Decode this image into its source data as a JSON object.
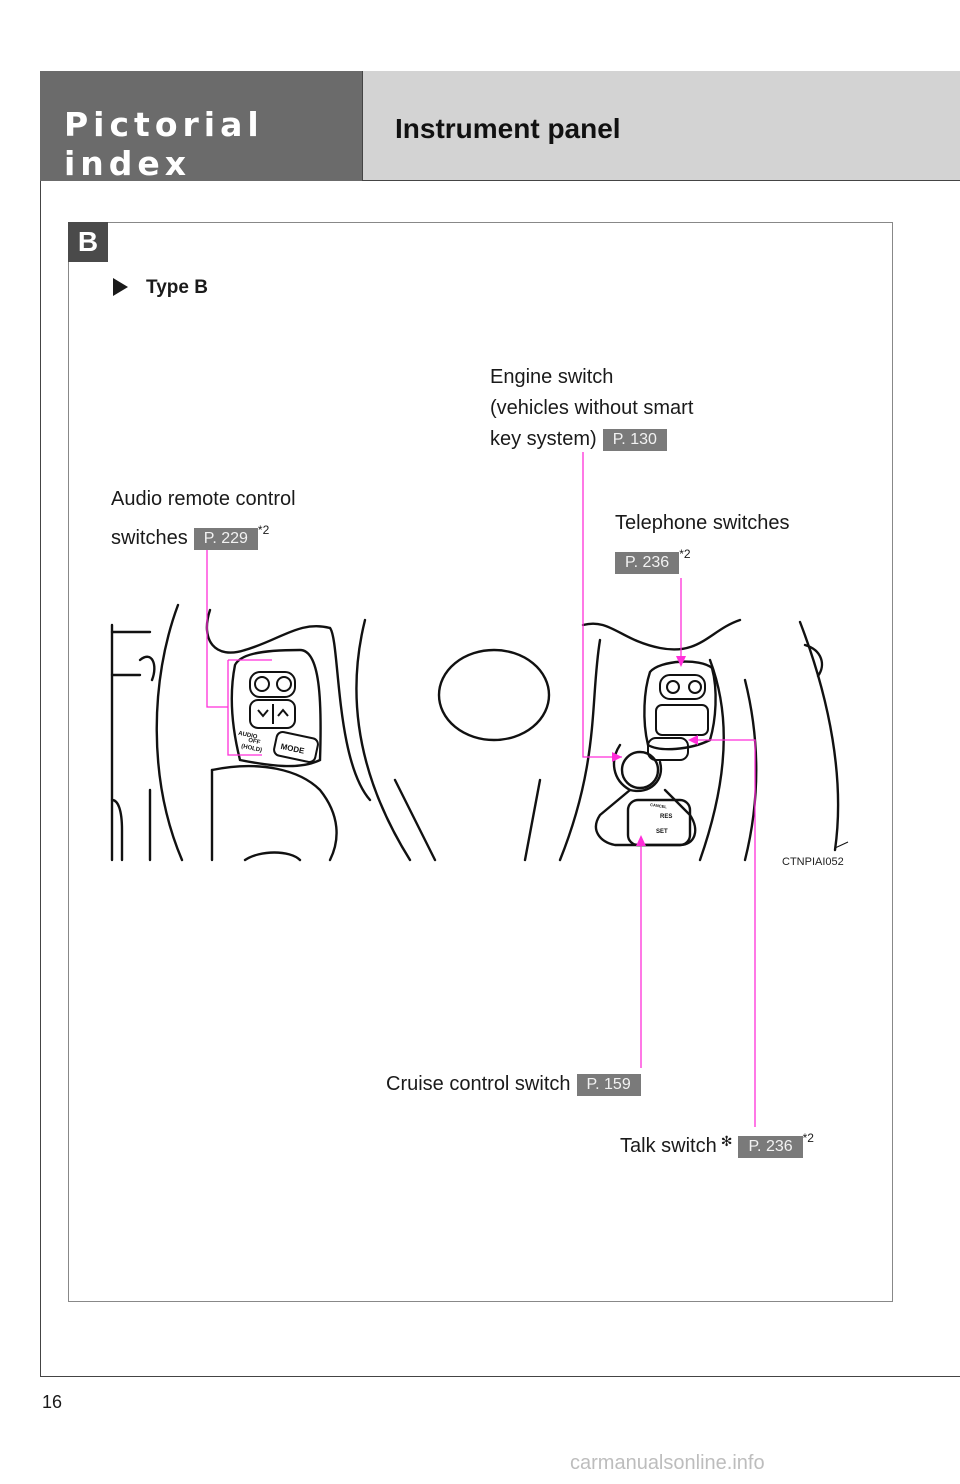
{
  "header": {
    "section": "Pictorial index",
    "title": "Instrument panel"
  },
  "badge": "B",
  "type_label": "Type B",
  "callouts": {
    "engine_switch": {
      "line1": "Engine switch",
      "line2": "(vehicles without smart",
      "line3": "key system)",
      "page": "P. 130"
    },
    "audio_remote": {
      "line1": "Audio remote control",
      "line2": "switches",
      "page": "P. 229",
      "note": "*2"
    },
    "telephone": {
      "line1": "Telephone switches",
      "page": "P. 236",
      "note": "*2"
    },
    "cruise_control": {
      "line1": "Cruise control switch",
      "page": "P. 159"
    },
    "talk_switch": {
      "line1": "Talk switch",
      "mark": "✻",
      "page": "P. 236",
      "note": "*2"
    }
  },
  "figure_code": "CTNPIAI052",
  "switch_labels": {
    "mode": "MODE",
    "audio": "AUDIO",
    "off": "OFF",
    "hold": "(HOLD)",
    "res": "RES",
    "set": "SET",
    "cancel": "CANCEL"
  },
  "page_number": "16",
  "watermark": "carmanualsonline.info",
  "colors": {
    "leader_line": "#ff2fd9",
    "header_dark": "#6b6b6b",
    "header_light": "#d3d3d3",
    "page_ref_bg": "#7a7a7a"
  }
}
